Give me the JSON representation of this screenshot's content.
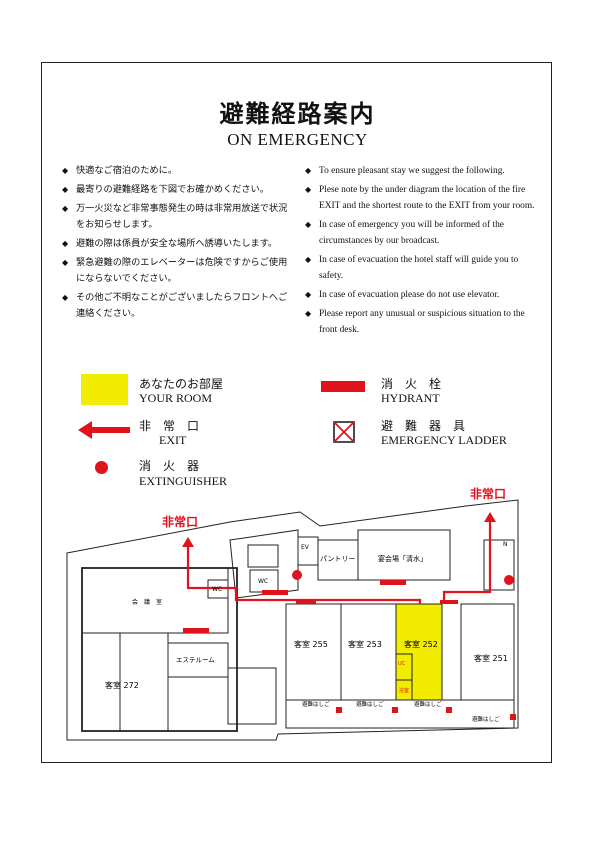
{
  "title_ja": "避難経路案内",
  "title_en": "ON EMERGENCY",
  "notes_ja": [
    "快適なご宿泊のために。",
    "最寄りの避難経路を下図でお確かめください。",
    "万一火災など非常事態発生の時は非常用放送で状況をお知らせします。",
    "避難の際は係員が安全な場所へ誘導いたします。",
    "緊急避難の際のエレベーターは危険ですからご使用にならないでください。",
    "その他ご不明なことがございましたらフロントへご連絡ください。"
  ],
  "notes_en": [
    "To ensure pleasant stay we suggest the following.",
    "Plese note by the under diagram the location of the fire EXIT and the shortest route to the EXIT from your room.",
    "In case of emergency you will be informed of the circumstances by our broadcast.",
    "In case of evacuation the hotel staff will guide you to safety.",
    "In case of evacuation please do not use elevator.",
    "Please report any unusual or suspicious situation to the front desk."
  ],
  "legend": {
    "your_room": {
      "ja": "あなたのお部屋",
      "en": "YOUR ROOM",
      "color": "#f2ec00"
    },
    "hydrant": {
      "ja": "消　火　栓",
      "en": "HYDRANT",
      "color": "#e0131c"
    },
    "exit": {
      "ja": "非　常　口",
      "en": "EXIT",
      "color": "#e0131c"
    },
    "ladder": {
      "ja": "避　難　器　具",
      "en": "EMERGENCY LADDER",
      "color": "#e0131c"
    },
    "extinguisher": {
      "ja": "消　火　器",
      "en": "EXTINGUISHER",
      "color": "#e0131c"
    }
  },
  "map": {
    "exit_left": "非常口",
    "exit_right": "非常口",
    "ev": "EV",
    "wc1": "WC",
    "wc2": "WC",
    "pantry": "パントリー",
    "banquet": "宴会場「清水」",
    "meeting": "会　議　室",
    "esthe": "エステルーム",
    "room272": "客室 272",
    "room255": "客室 255",
    "room253": "客室 253",
    "room252": "客室 252",
    "room251": "客室 251",
    "uc": "UC",
    "shower": "浴室",
    "ladder1": "避難はしご",
    "ladder2": "避難はしご",
    "ladder3": "避難はしご",
    "ladder4": "避難はしご",
    "n": "N"
  }
}
